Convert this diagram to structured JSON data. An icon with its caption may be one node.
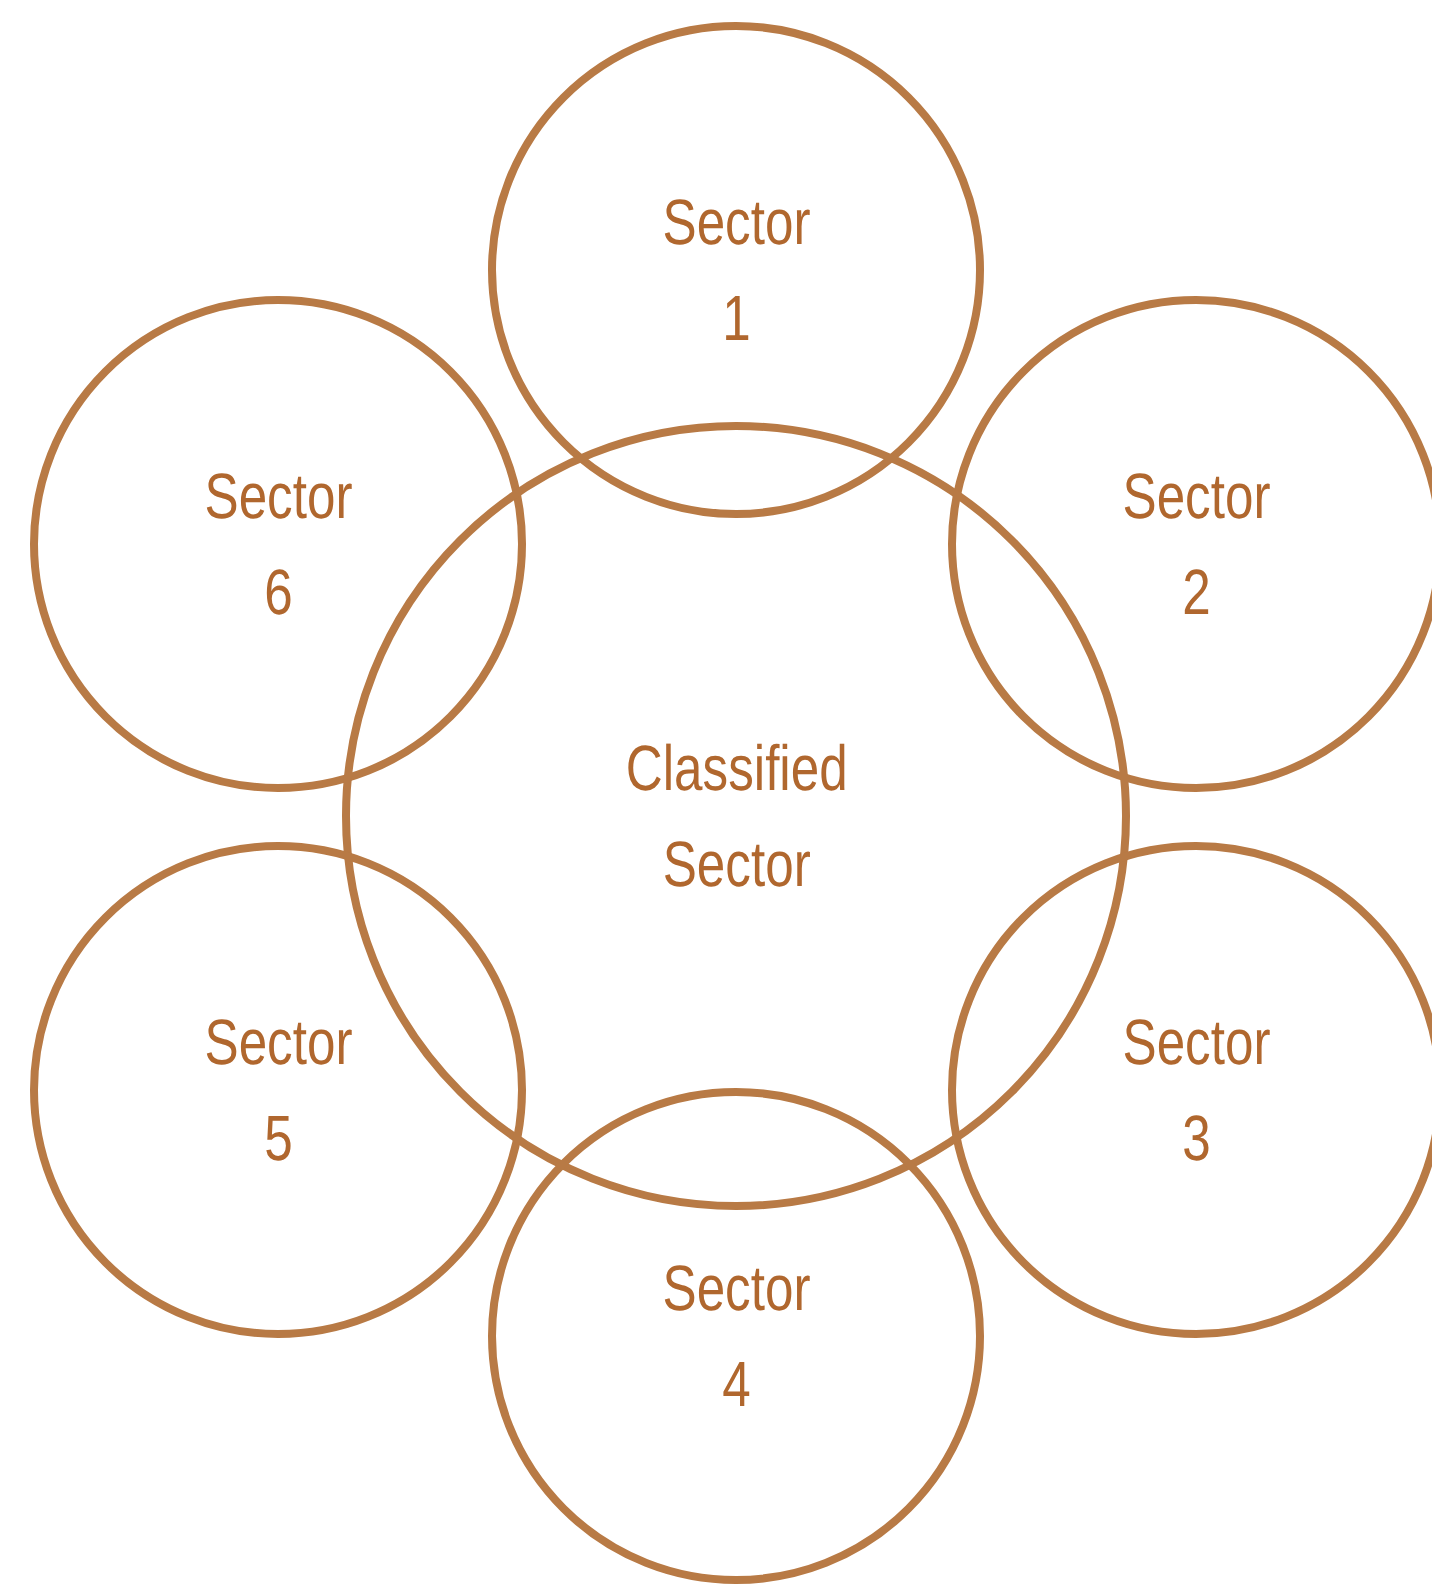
{
  "diagram": {
    "nodes": [
      {
        "text": [
          "Sector 1"
        ]
      },
      {
        "text": [
          "Sector 6"
        ]
      },
      {
        "text": [
          "Sector 2"
        ]
      },
      {
        "text": [
          "Classified Sector"
        ]
      },
      {
        "text": [
          "Sector 5"
        ]
      },
      {
        "text": [
          "Sector 3"
        ]
      },
      {
        "text": [
          "Sector 4"
        ]
      }
    ],
    "edges": []
  }
}
